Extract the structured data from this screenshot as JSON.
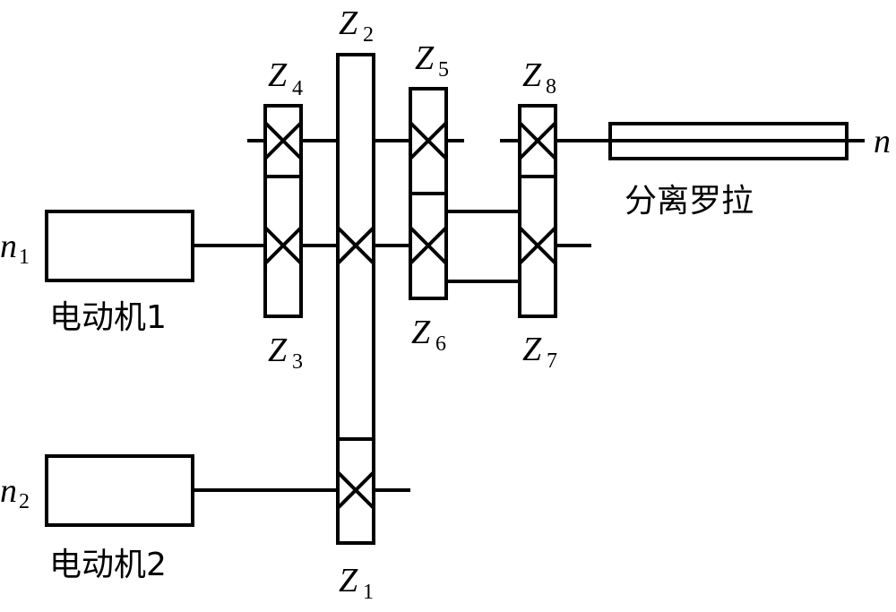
{
  "diagram": {
    "type": "gear-transmission-schematic",
    "colors": {
      "stroke": "#000000",
      "background": "#ffffff"
    },
    "motors": [
      {
        "id": "motor1",
        "label": "电动机1",
        "speed_symbol": "n",
        "speed_subscript": "1"
      },
      {
        "id": "motor2",
        "label": "电动机2",
        "speed_symbol": "n",
        "speed_subscript": "2"
      }
    ],
    "gears": [
      {
        "id": "Z1",
        "symbol": "Z",
        "subscript": "1"
      },
      {
        "id": "Z2",
        "symbol": "Z",
        "subscript": "2"
      },
      {
        "id": "Z3",
        "symbol": "Z",
        "subscript": "3"
      },
      {
        "id": "Z4",
        "symbol": "Z",
        "subscript": "4"
      },
      {
        "id": "Z5",
        "symbol": "Z",
        "subscript": "5"
      },
      {
        "id": "Z6",
        "symbol": "Z",
        "subscript": "6"
      },
      {
        "id": "Z7",
        "symbol": "Z",
        "subscript": "7"
      },
      {
        "id": "Z8",
        "symbol": "Z",
        "subscript": "8"
      }
    ],
    "roller": {
      "label": "分离罗拉",
      "output_speed_symbol": "n"
    },
    "meshes": [
      [
        "Z1",
        "Z2"
      ],
      [
        "Z3",
        "Z4"
      ],
      [
        "Z5",
        "Z6"
      ],
      [
        "Z7",
        "Z8"
      ]
    ]
  }
}
